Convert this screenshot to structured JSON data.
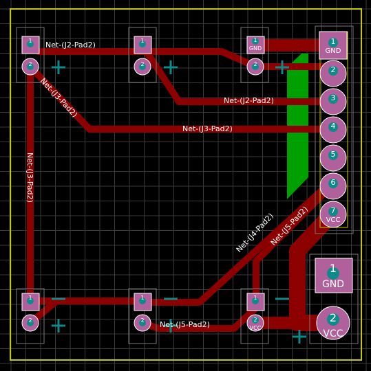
{
  "colors": {
    "background": "#000000",
    "grid": "#3a3a3a",
    "outline": "#c8c800",
    "trace": "#8c0000",
    "fill_zone": "#00a000",
    "pad": "#b0609a",
    "drill": "#0e8a8a",
    "silk": "#ffffff",
    "courtyard": "#7a7a7a",
    "fab": "#00a8a8"
  },
  "net_labels": {
    "top_net": "Net-(J2-Pad2)",
    "j3_diag": "Net-(J3-Pad2)",
    "middle_net": "Net-(J2-Pad2)",
    "j3_horizontal": "Net-(J3-Pad2)",
    "j3_vertical": "Net-(J3-Pad2)",
    "j4_diag": "Net-(J4-Pad2)",
    "j5_diag": "Net-(J5-Pad2)",
    "j5_bottom": "Net-(J5-Pad2)"
  },
  "header": {
    "pins": [
      {
        "num": "1",
        "name": "GND"
      },
      {
        "num": "2",
        "name": ""
      },
      {
        "num": "3",
        "name": ""
      },
      {
        "num": "4",
        "name": ""
      },
      {
        "num": "5",
        "name": ""
      },
      {
        "num": "6",
        "name": ""
      },
      {
        "num": "7",
        "name": "VCC"
      }
    ]
  },
  "power_connector": {
    "pins": [
      {
        "num": "1",
        "name": "GND"
      },
      {
        "num": "2",
        "name": "VCC"
      }
    ]
  },
  "small_connectors": {
    "pin1_num": "1",
    "pin2_num": "2",
    "gnd_label": "GND",
    "vcc_label": "VCC"
  }
}
